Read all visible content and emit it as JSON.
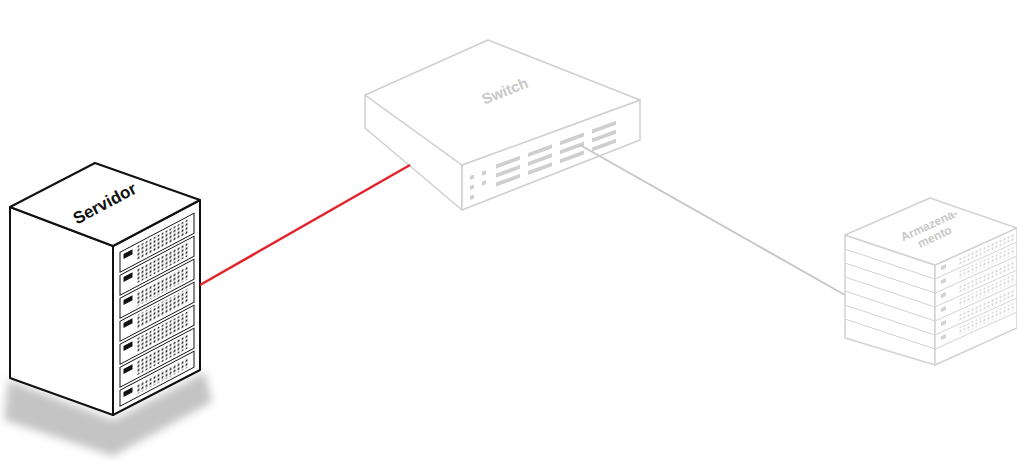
{
  "diagram": {
    "nodes": [
      {
        "text": [
          "Servidor"
        ]
      },
      {
        "text": [
          "Switch"
        ]
      },
      {
        "text": [
          "Armazena- mento"
        ]
      }
    ],
    "edges": [
      {
        "from": 0,
        "to": 1,
        "arrow": "none"
      },
      {
        "from": 1,
        "to": 2,
        "arrow": "none"
      }
    ]
  }
}
